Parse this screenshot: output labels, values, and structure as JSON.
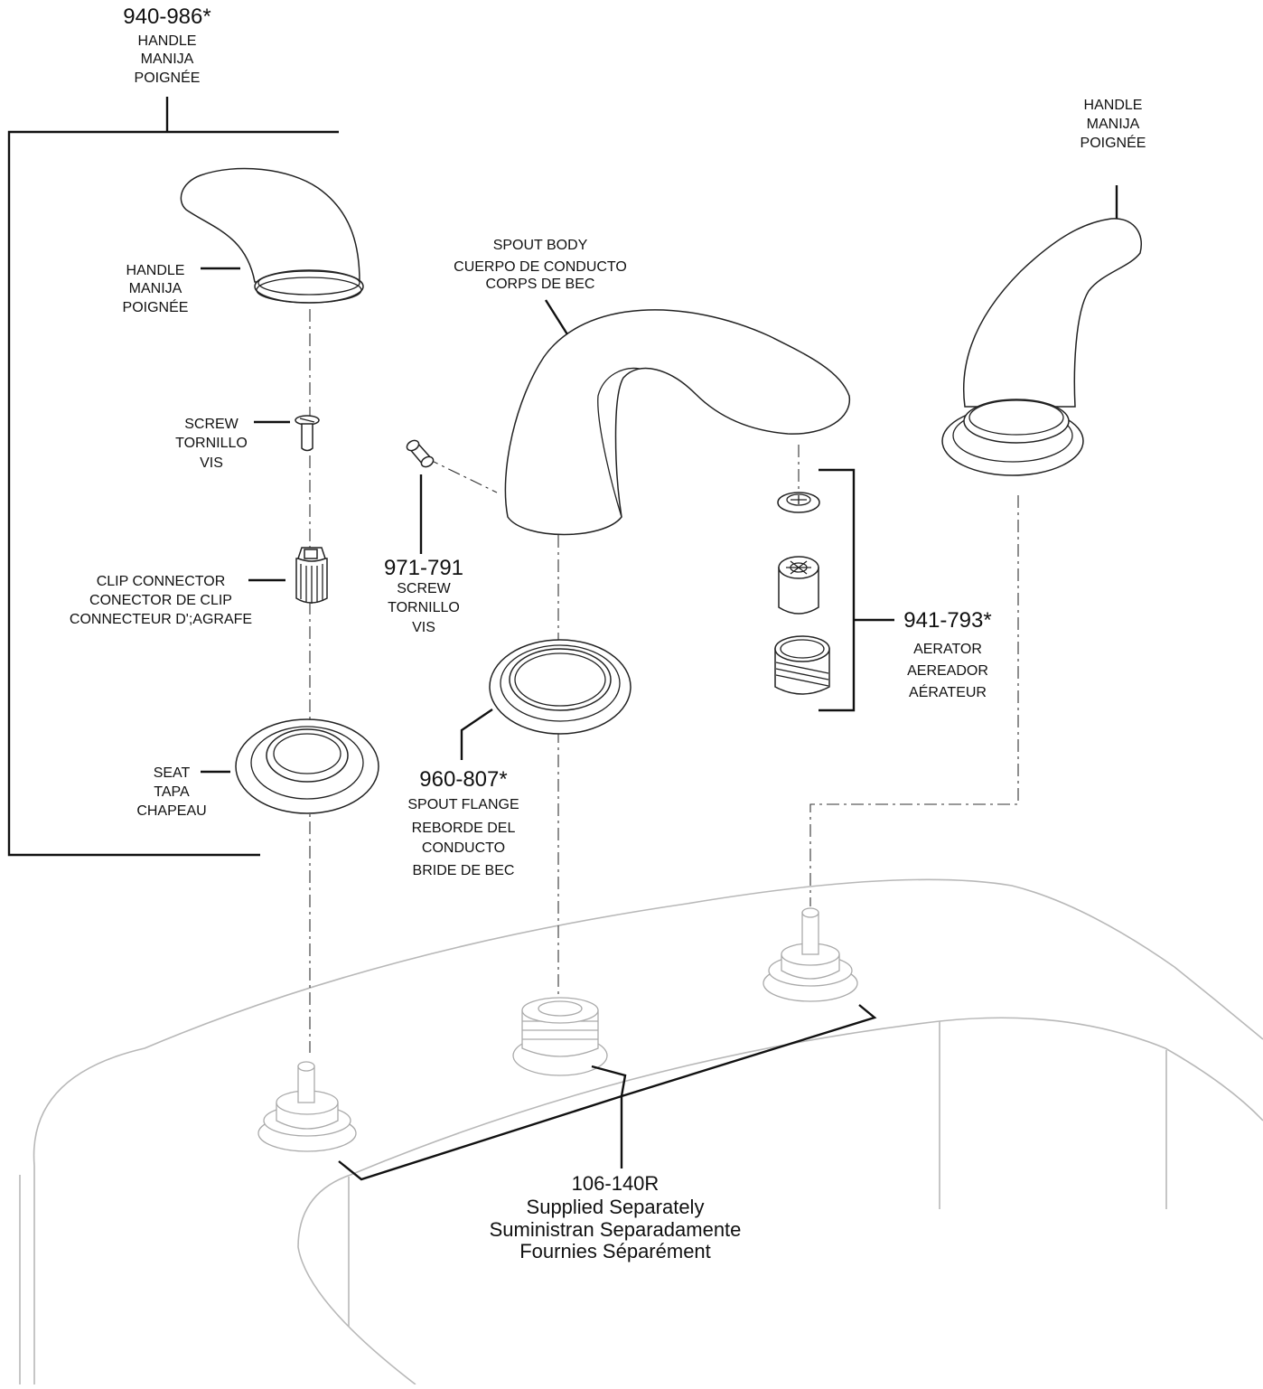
{
  "handle_kit": {
    "part_no": "940-986*",
    "lines": [
      "HANDLE",
      "MANIJA",
      "POIGNÉE"
    ]
  },
  "handle_left": {
    "lines": [
      "HANDLE",
      "MANIJA",
      "POIGNÉE"
    ]
  },
  "handle_right": {
    "lines": [
      "HANDLE",
      "MANIJA",
      "POIGNÉE"
    ]
  },
  "screw_handle": {
    "lines": [
      "SCREW",
      "TORNILLO",
      "VIS"
    ]
  },
  "clip_connector": {
    "lines": [
      "CLIP CONNECTOR",
      "CONECTOR DE CLIP",
      "CONNECTEUR D';AGRAFE"
    ]
  },
  "seat": {
    "lines": [
      "SEAT",
      "TAPA",
      "CHAPEAU"
    ]
  },
  "spout_body": {
    "lines": [
      "SPOUT BODY",
      "CUERPO DE CONDUCTO",
      "CORPS DE BEC"
    ]
  },
  "set_screw": {
    "part_no": "971-791",
    "lines": [
      "SCREW",
      "TORNILLO",
      "VIS"
    ]
  },
  "spout_flange": {
    "part_no": "960-807*",
    "lines": [
      "SPOUT FLANGE",
      "REBORDE DEL",
      "CONDUCTO",
      "BRIDE DE BEC"
    ]
  },
  "aerator": {
    "part_no": "941-793*",
    "lines": [
      "AERATOR",
      "AEREADOR",
      "AÉRATEUR"
    ]
  },
  "rough_in": {
    "part_no": "106-140R",
    "lines": [
      "Supplied Separately",
      "Suministran Separadamente",
      "Fournies Séparément"
    ]
  }
}
